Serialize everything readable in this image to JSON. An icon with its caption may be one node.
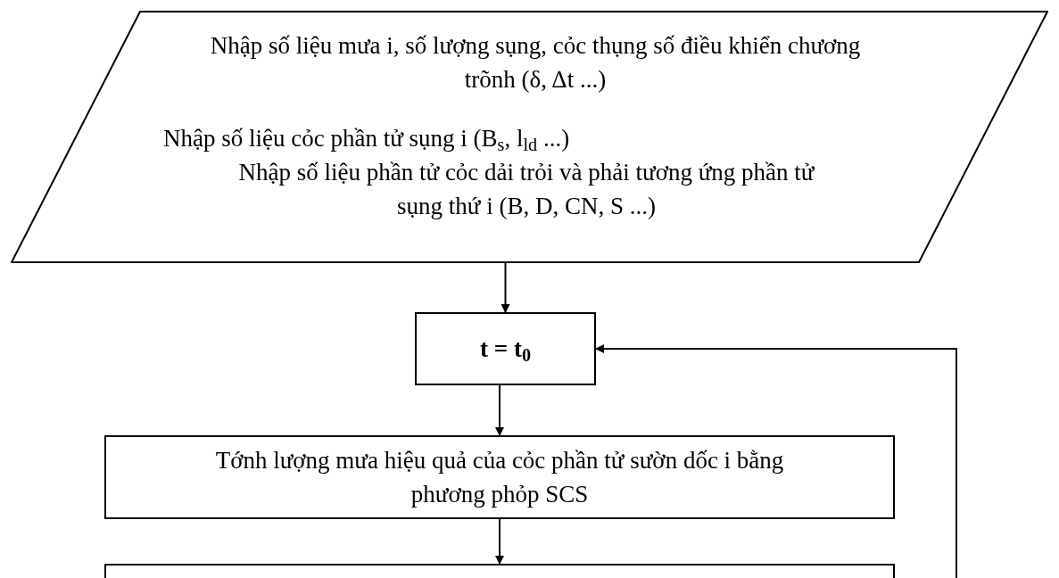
{
  "diagram": {
    "nodes": [
      {
        "text": [
          "Nhập số liệu mưa i, số lượng sụng, cỏc thụng số điều khiển chương trõnh (δ, Δt ...)",
          "Nhập số liệu cỏc phần tử sụng i (B$_{s}$, l$_{ld}$ ...)",
          "Nhập số liệu phần tử cỏc dải trỏi và phải tương ứng phần tử sụng thứ i (B, D, CN, S ...)"
        ]
      },
      {
        "text": [
          "t = t$_{0}$"
        ]
      },
      {
        "text": [
          "Tớnh lượng mưa hiệu quả của cỏc phần tử sườn dốc i bằng phương phỏp SCS"
        ]
      },
      {
        "text": [],
        "shape": "box"
      }
    ],
    "edges": [
      {
        "from": 0,
        "to": 1,
        "arrow": "to"
      },
      {
        "from": 1,
        "to": 2,
        "arrow": "to"
      },
      {
        "from": 2,
        "to": 3,
        "arrow": "to"
      },
      {
        "from": null,
        "to": 1,
        "arrow": "to"
      }
    ]
  }
}
